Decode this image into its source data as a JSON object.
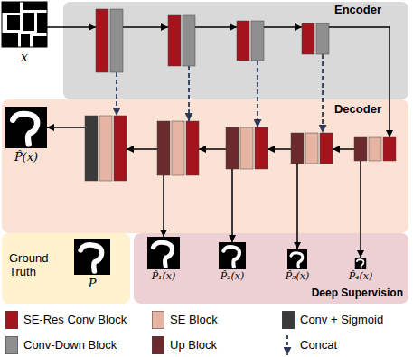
{
  "diagram": {
    "nodes": [
      {
        "text": [
          "Encoder"
        ]
      },
      {
        "text": [
          "Decoder",
          "P̂(x)"
        ]
      },
      {
        "text": [
          "Ground Truth",
          "P"
        ]
      },
      {
        "text": [
          "P̂₁(x)",
          "P̂₂(x)",
          "P̂₃(x)",
          "P̂₄(x)",
          "Deep Supervision"
        ]
      }
    ],
    "labels": [
      "x"
    ],
    "legend": [
      {
        "text": "SE-Res Conv Block",
        "color": "#a3141c"
      },
      {
        "text": "SE Block",
        "color": "#e6b4a2"
      },
      {
        "text": "Conv + Sigmoid",
        "color": "#3a3a3a"
      },
      {
        "text": "Conv-Down Block",
        "color": "#8f8f8f"
      },
      {
        "text": "Up Block",
        "color": "#6b2b2e"
      },
      {
        "text": "Concat"
      }
    ]
  }
}
